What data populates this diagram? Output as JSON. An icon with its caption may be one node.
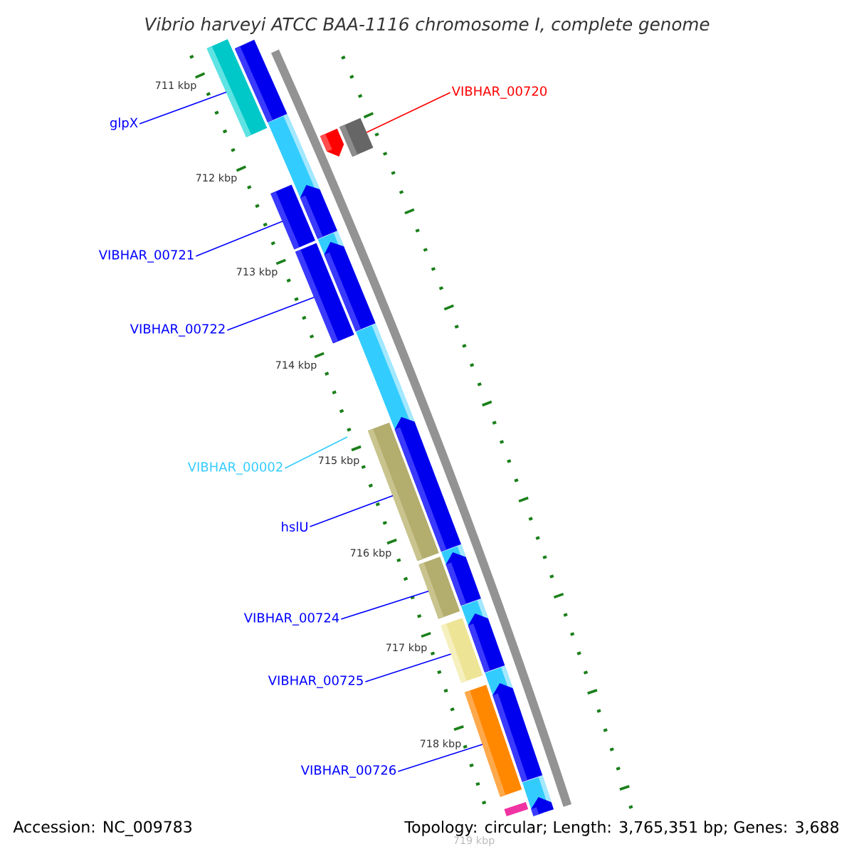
{
  "diagram": {
    "title": "Vibrio harveyi ATCC BAA-1116 chromosome I, complete genome",
    "nodes": [
      {
        "text": [
          "glpX"
        ]
      },
      {
        "text": [],
        "shape": "bar"
      },
      {
        "text": [
          "VIBHAR_00720"
        ]
      },
      {
        "text": [],
        "shape": "bar"
      },
      {
        "text": [
          "VIBHAR_00721"
        ]
      },
      {
        "text": [],
        "shape": "bar"
      },
      {
        "text": [
          "VIBHAR_00722"
        ]
      },
      {
        "text": [],
        "shape": "bar"
      },
      {
        "text": [
          "VIBHAR_00002"
        ]
      },
      {
        "text": [
          "hslU"
        ]
      },
      {
        "text": [],
        "shape": "bar"
      },
      {
        "text": [
          "VIBHAR_00724"
        ]
      },
      {
        "text": [],
        "shape": "bar"
      },
      {
        "text": [
          "VIBHAR_00725"
        ]
      },
      {
        "text": [],
        "shape": "bar"
      },
      {
        "text": [
          "VIBHAR_00726"
        ]
      },
      {
        "text": [],
        "shape": "bar"
      }
    ],
    "edges": [
      {
        "from": 0,
        "to": 1,
        "arrow": "none"
      },
      {
        "from": 2,
        "to": 3,
        "arrow": "none",
        "color": "#ff0000"
      },
      {
        "from": 4,
        "to": 5,
        "arrow": "none"
      },
      {
        "from": 6,
        "to": 7,
        "arrow": "none"
      },
      {
        "from": 8,
        "to": null,
        "arrow": "none",
        "color": "#33ccff"
      },
      {
        "from": 9,
        "to": 10,
        "arrow": "none"
      },
      {
        "from": 11,
        "to": 12,
        "arrow": "none"
      },
      {
        "from": 13,
        "to": 14,
        "arrow": "none"
      },
      {
        "from": 15,
        "to": 16,
        "arrow": "none"
      }
    ],
    "labels": [
      "711 kbp",
      "712 kbp",
      "713 kbp",
      "714 kbp",
      "715 kbp",
      "716 kbp",
      "717 kbp",
      "718 kbp",
      "719 kbp",
      "Accession: NC_009783",
      "Topology: circular; Length: 3,765,351 bp; Genes: 3,688"
    ]
  }
}
